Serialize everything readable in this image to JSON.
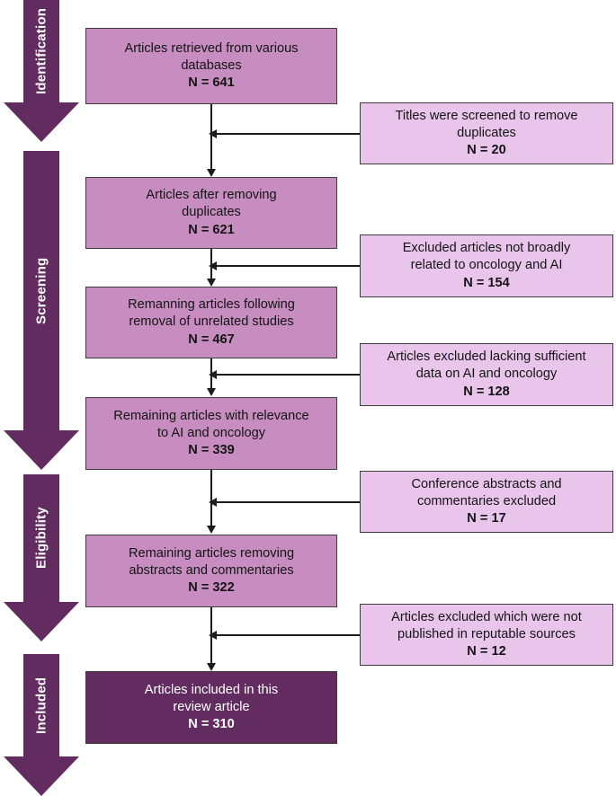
{
  "diagram": {
    "title": "PRISMA study selection flow diagram",
    "colors": {
      "primary_box": "#c78cc0",
      "secondary_box": "#e9c5eb",
      "final_box": "#622c60",
      "stage_arrow": "#622c60",
      "border": "#3d3d3d",
      "connector": "#1b1b1b",
      "background": "#ffffff"
    },
    "stages": [
      {
        "label": "Identification"
      },
      {
        "label": "Screening"
      },
      {
        "label": "Eligibility"
      },
      {
        "label": "Included"
      }
    ],
    "main_nodes": [
      {
        "id": "retrieved",
        "lines": [
          "Articles retrieved from various",
          "databases"
        ],
        "count": "N = 641"
      },
      {
        "id": "after-duplicates",
        "lines": [
          "Articles after removing",
          "duplicates"
        ],
        "count": "N = 621"
      },
      {
        "id": "after-unrelated",
        "lines": [
          "Remanning articles following",
          "removal of unrelated studies"
        ],
        "count": "N = 467"
      },
      {
        "id": "relevant",
        "lines": [
          "Remaining articles with relevance",
          "to AI and oncology"
        ],
        "count": "N = 339"
      },
      {
        "id": "after-abstracts",
        "lines": [
          "Remaining articles removing",
          "abstracts and commentaries"
        ],
        "count": "N = 322"
      },
      {
        "id": "included",
        "lines": [
          "Articles included in this",
          "review article"
        ],
        "count": "N = 310"
      }
    ],
    "exclusion_nodes": [
      {
        "id": "titles-screened",
        "lines": [
          "Titles were screened to remove",
          "duplicates"
        ],
        "count": "N = 20"
      },
      {
        "id": "not-broadly-related",
        "lines": [
          "Excluded articles not broadly",
          "related to oncology and  AI"
        ],
        "count": "N = 154"
      },
      {
        "id": "lacking-data",
        "lines": [
          "Articles excluded lacking sufficient",
          "data on AI and oncology"
        ],
        "count": "N = 128"
      },
      {
        "id": "abstracts-commentaries",
        "lines": [
          "Conference abstracts and",
          "commentaries excluded"
        ],
        "count": "N = 17"
      },
      {
        "id": "not-reputable",
        "lines": [
          "Articles excluded which were not",
          "published in reputable sources"
        ],
        "count": "N = 12"
      }
    ]
  }
}
